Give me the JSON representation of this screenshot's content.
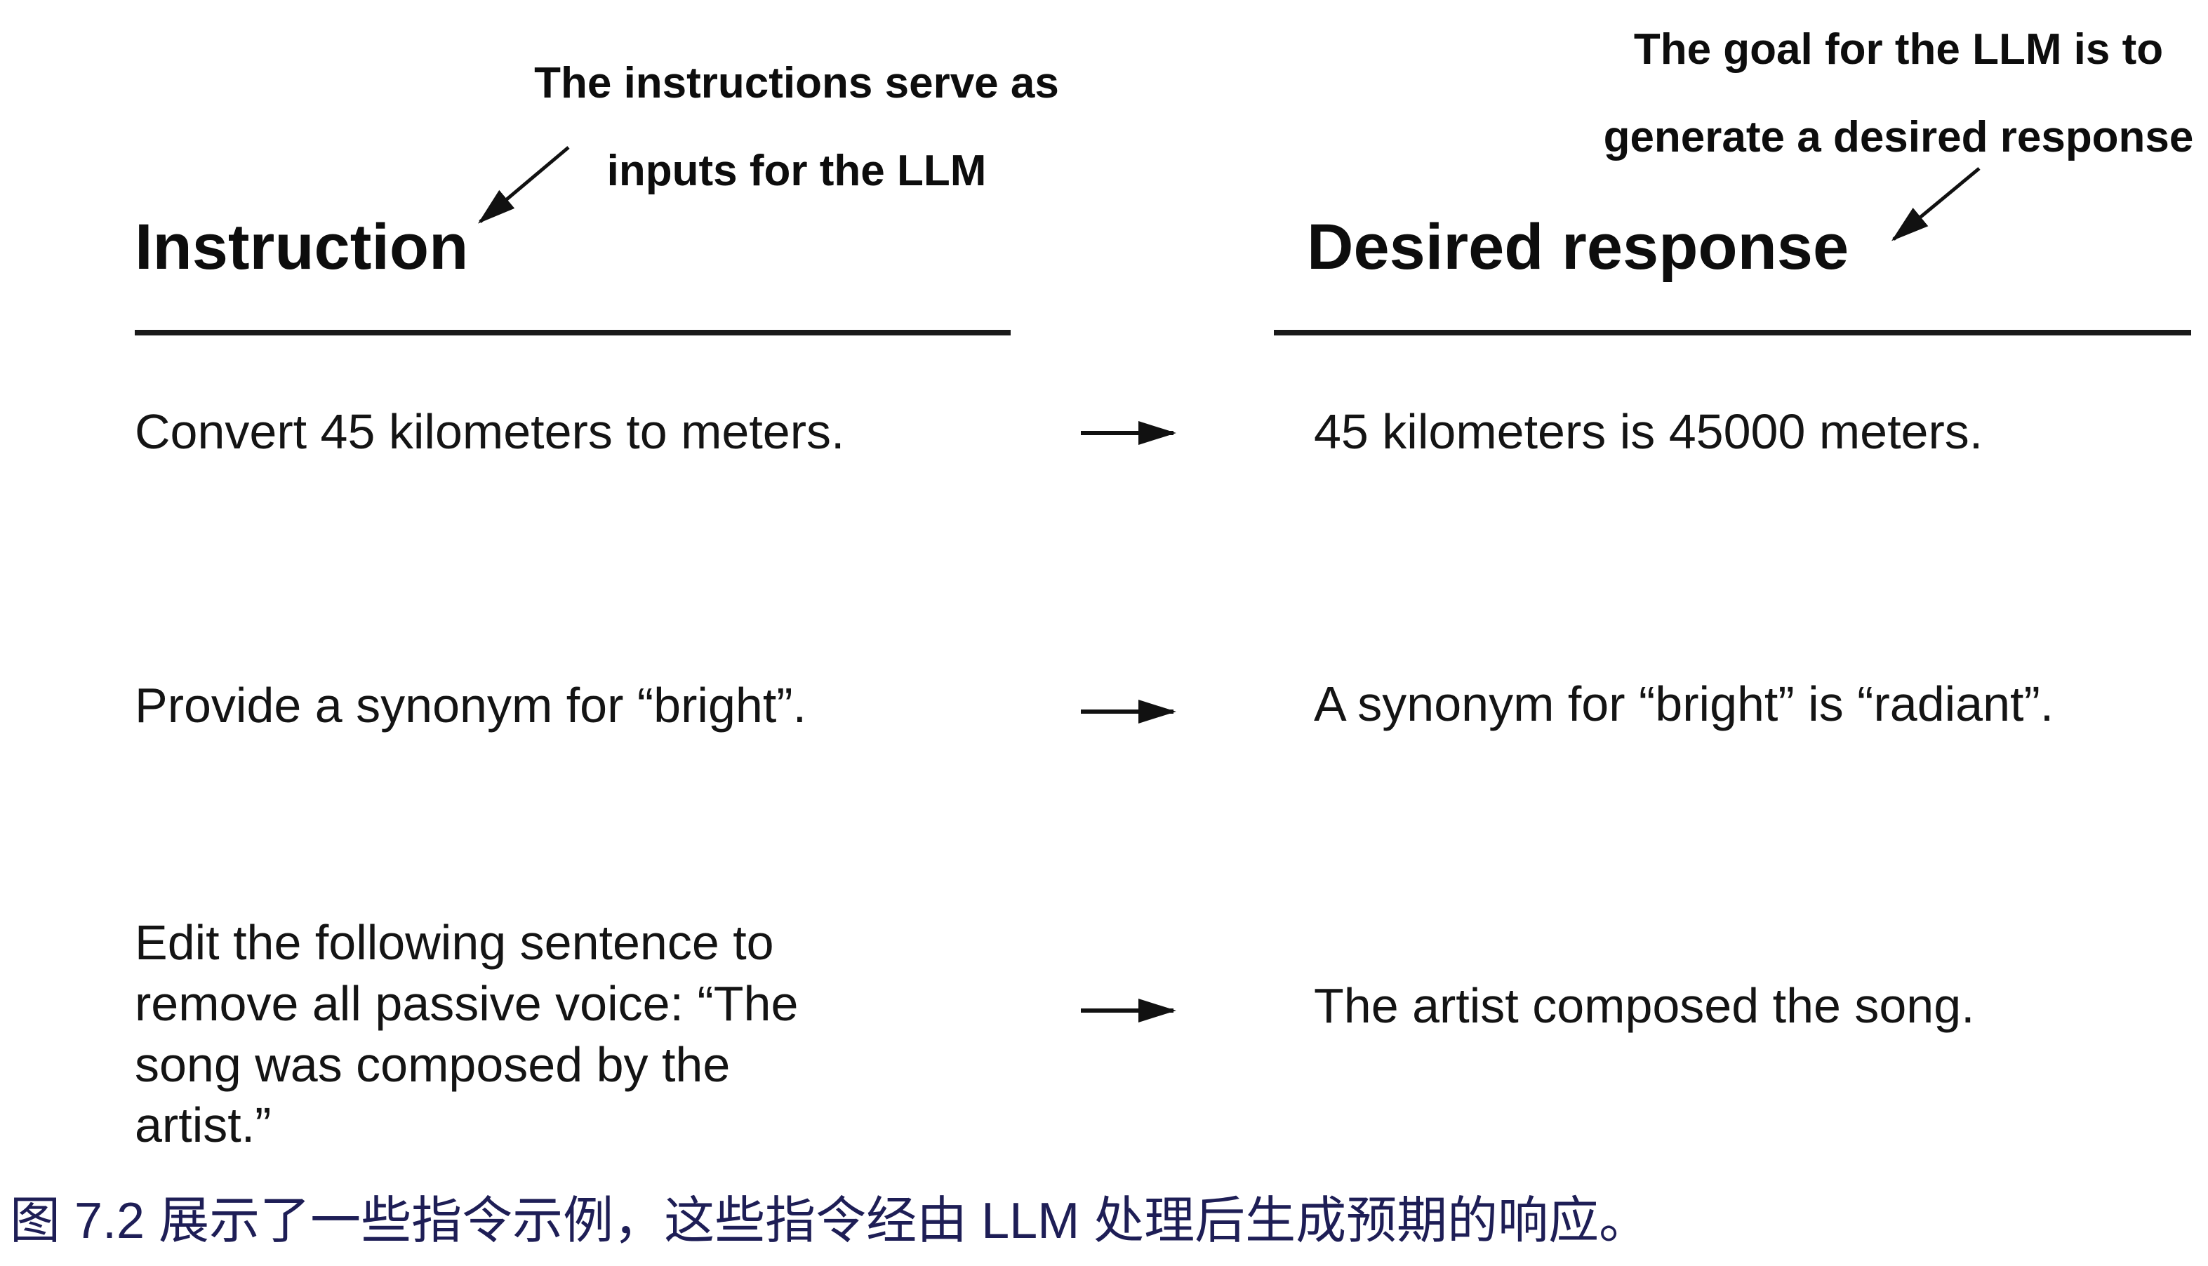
{
  "annotations": {
    "left": {
      "line1": "The instructions serve as",
      "line2": "inputs for the LLM"
    },
    "right": {
      "line1": "The goal for the LLM is to",
      "line2": "generate a desired response"
    }
  },
  "table": {
    "instruction_header": "Instruction",
    "response_header": "Desired response",
    "rows": [
      {
        "instruction": "Convert 45 kilometers to meters.",
        "response": "45 kilometers is 45000 meters."
      },
      {
        "instruction": "Provide a synonym for “bright”.",
        "response": "A synonym for “bright” is “radiant”."
      },
      {
        "instruction": "Edit the following sentence to remove all passive voice: “The song was composed by the artist.”",
        "response": "The artist composed the song."
      }
    ]
  },
  "caption": {
    "text": "图 7.2 展示了一些指令示例，这些指令经由 LLM 处理后生成预期的响应。"
  },
  "colors": {
    "ink": "#111111",
    "divider": "#1a1a1a",
    "caption": "#1e1e56",
    "background": "#ffffff"
  }
}
